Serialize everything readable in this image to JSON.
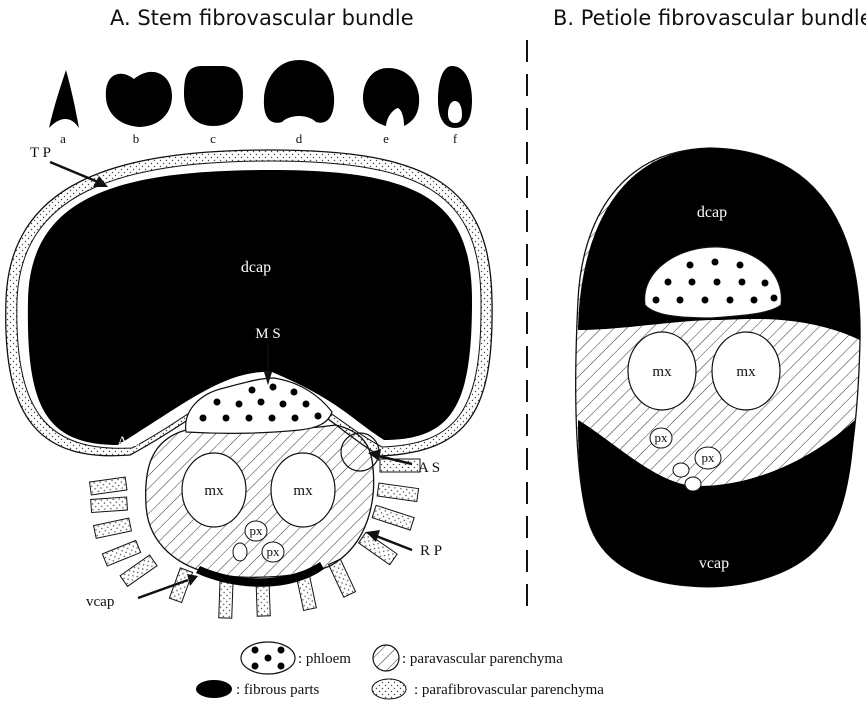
{
  "titles": {
    "a": "A. Stem fibrovascular bundle",
    "b": "B. Petiole fibrovascular bundle"
  },
  "shapes": {
    "a": "a",
    "b": "b",
    "c": "c",
    "d": "d",
    "e": "e",
    "f": "f"
  },
  "stem_labels": {
    "tp": "T P",
    "dcap": "dcap",
    "ms": "M S",
    "al": "A L",
    "as": "A S",
    "mx_left": "mx",
    "mx_right": "mx",
    "px_upper": "px",
    "px_lower": "px",
    "rp": "R P",
    "vcap": "vcap"
  },
  "petiole_labels": {
    "dcap": "dcap",
    "mx_left": "mx",
    "mx_right": "mx",
    "px_left": "px",
    "px_right": "px",
    "vcap": "vcap"
  },
  "legend": {
    "phloem": ": phloem",
    "paravascular": ": paravascular parenchyma",
    "fibrous": ": fibrous parts",
    "parafibrovascular": ": parafibrovascular parenchyma"
  }
}
